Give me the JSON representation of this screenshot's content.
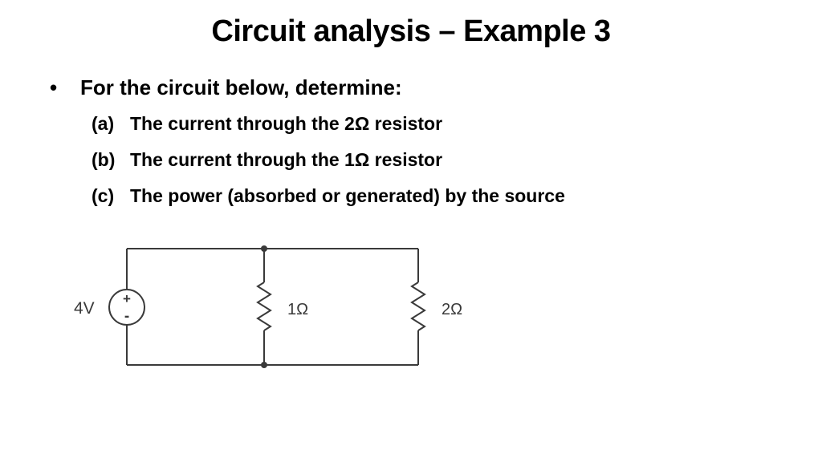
{
  "slide": {
    "title": "Circuit analysis – Example 3",
    "bullet": {
      "marker": "•",
      "text": "For the circuit below, determine:"
    },
    "items": [
      {
        "label": "(a)",
        "text": "The current through the 2Ω resistor"
      },
      {
        "label": "(b)",
        "text": "The current through the 1Ω resistor"
      },
      {
        "label": "(c)",
        "text": "The power (absorbed or generated) by the source"
      }
    ]
  },
  "circuit": {
    "source_label": "4V",
    "source_plus": "+",
    "source_minus": "-",
    "resistor1_label": "1Ω",
    "resistor2_label": "2Ω",
    "line_color": "#3a3a3a"
  }
}
